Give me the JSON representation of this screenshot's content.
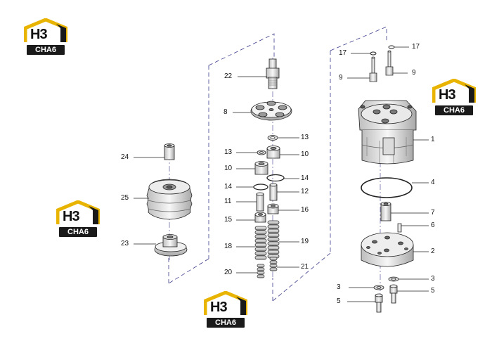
{
  "watermark": {
    "mark_text": "H3",
    "tag_text": "CHA6",
    "colors": {
      "roof": "#e8b400",
      "roof_dark": "#1a1a1a",
      "tag_bg": "#1a1a1a"
    }
  },
  "callouts": {
    "c22": "22",
    "c8": "8",
    "c13a": "13",
    "c13b": "13",
    "c10a": "10",
    "c10b": "10",
    "c14a": "14",
    "c14b": "14",
    "c12": "12",
    "c11": "11",
    "c16": "16",
    "c15": "15",
    "c18": "18",
    "c19": "19",
    "c20": "20",
    "c21": "21",
    "c24": "24",
    "c25": "25",
    "c23": "23",
    "c17a": "17",
    "c17b": "17",
    "c9a": "9",
    "c9b": "9",
    "c1": "1",
    "c4": "4",
    "c7": "7",
    "c6": "6",
    "c2": "2",
    "c3a": "3",
    "c3b": "3",
    "c5a": "5",
    "c5b": "5"
  },
  "colors": {
    "line": "#222222",
    "dash": "#3a3a8a",
    "part_fill": "#f2f2f2",
    "part_shade": "#cfcfcf"
  }
}
